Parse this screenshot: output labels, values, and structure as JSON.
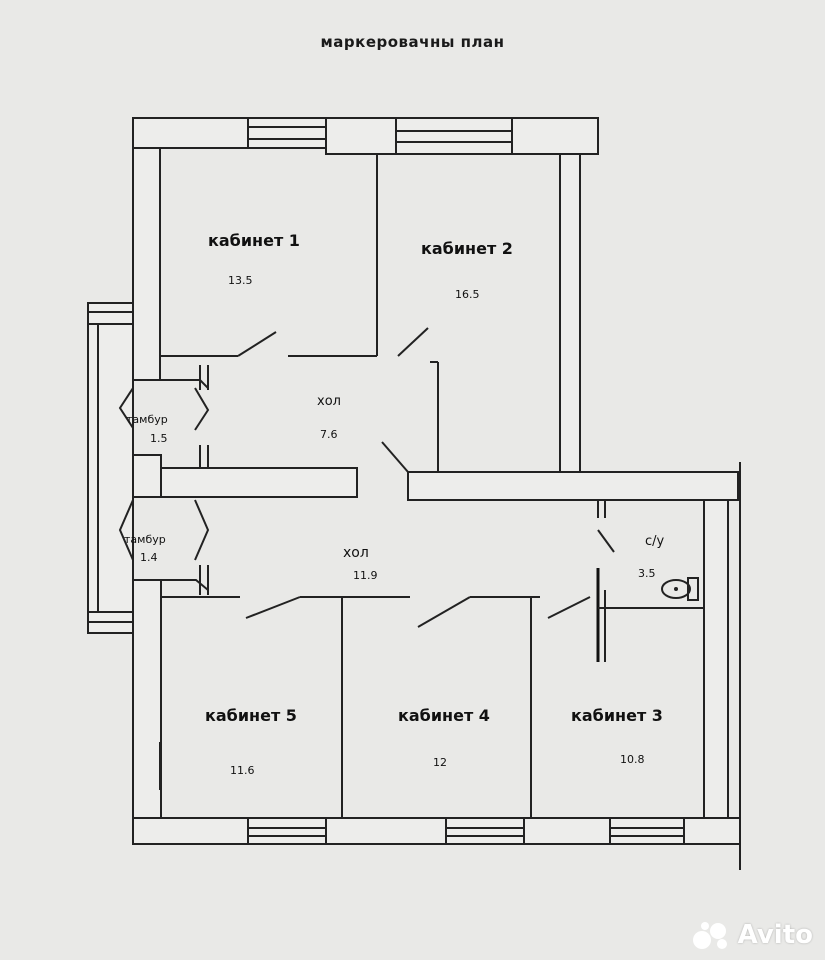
{
  "title": "маркеровачны план",
  "rooms": {
    "office1": {
      "name": "кабинет 1",
      "area": "13.5"
    },
    "office2": {
      "name": "кабинет 2",
      "area": "16.5"
    },
    "office3": {
      "name": "кабинет 3",
      "area": "10.8"
    },
    "office4": {
      "name": "кабинет 4",
      "area": "12"
    },
    "office5": {
      "name": "кабинет 5",
      "area": "11.6"
    },
    "hall1": {
      "name": "хол",
      "area": "7.6"
    },
    "hall2": {
      "name": "хол",
      "area": "11.9"
    },
    "vestibule1": {
      "name": "тамбур",
      "area": "1.5"
    },
    "vestibule2": {
      "name": "тамбур",
      "area": "1.4"
    },
    "wc": {
      "name": "с/у",
      "area": "3.5"
    }
  },
  "watermark": {
    "text": "Avito"
  },
  "colors": {
    "background": "#e9e9e7",
    "ink": "#222222",
    "watermark": "#ffffff"
  }
}
